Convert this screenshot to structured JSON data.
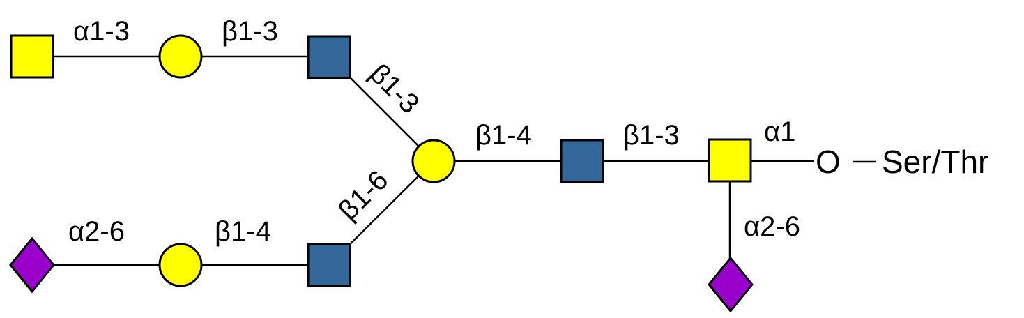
{
  "title": "O-glycan structure",
  "colors": {
    "galnac": "#FFFF00",
    "gal": "#FFFF00",
    "glcnac": "#336699",
    "neuac": "#9900CC"
  },
  "nodes": [
    {
      "id": "galnac-top",
      "type": "yellow-square"
    },
    {
      "id": "gal-top",
      "type": "yellow-circle"
    },
    {
      "id": "glcnac-top",
      "type": "blue-square"
    },
    {
      "id": "gal-center",
      "type": "yellow-circle"
    },
    {
      "id": "glcnac-mid",
      "type": "blue-square"
    },
    {
      "id": "galnac-root",
      "type": "yellow-square"
    },
    {
      "id": "neuac-root",
      "type": "purple-diamond"
    },
    {
      "id": "neuac-bottom",
      "type": "purple-diamond"
    },
    {
      "id": "gal-bottom",
      "type": "yellow-circle"
    },
    {
      "id": "glcnac-bottom",
      "type": "blue-square"
    }
  ],
  "linkages": {
    "top_galnac_gal": "α1-3",
    "top_gal_glcnac": "β1-3",
    "top_glcnac_center": "β1-3",
    "center_mid": "β1-4",
    "mid_root": "β1-3",
    "root_o": "α1",
    "root_neuac": "α2-6",
    "bottom_neuac_gal": "α2-6",
    "bottom_gal_glcnac": "β1-4",
    "bottom_glcnac_center": "β1-6"
  },
  "aglycone": {
    "o": "O",
    "residue": "Ser/Thr"
  }
}
